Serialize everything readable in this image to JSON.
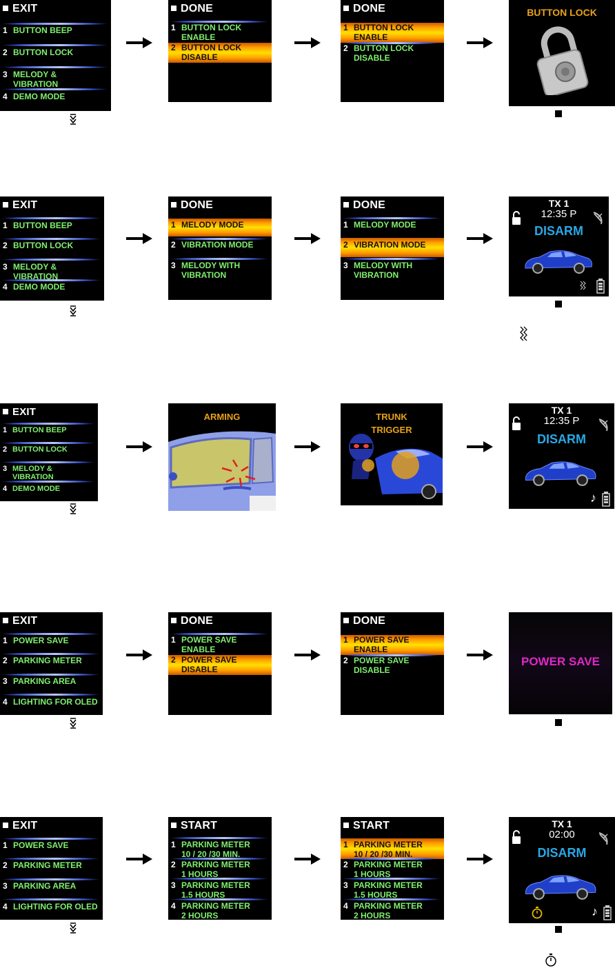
{
  "row1": {
    "menu": {
      "head": "EXIT",
      "items": [
        {
          "num": "1",
          "text": "BUTTON BEEP"
        },
        {
          "num": "2",
          "text": "BUTTON LOCK"
        },
        {
          "num": "3",
          "text": "MELODY &\nVIBRATION"
        },
        {
          "num": "4",
          "text": "DEMO MODE"
        }
      ]
    },
    "s2": {
      "head": "DONE",
      "items": [
        {
          "num": "1",
          "text": "BUTTON LOCK\nENABLE"
        },
        {
          "num": "2",
          "text": "BUTTON LOCK\nDISABLE"
        }
      ]
    },
    "s3": {
      "head": "DONE",
      "items": [
        {
          "num": "1",
          "text": "BUTTON LOCK\nENABLE"
        },
        {
          "num": "2",
          "text": "BUTTON LOCK\nDISABLE"
        }
      ]
    },
    "s4": {
      "label": "BUTTON LOCK"
    }
  },
  "row2": {
    "menu": {
      "head": "EXIT",
      "items": [
        {
          "num": "1",
          "text": "BUTTON BEEP"
        },
        {
          "num": "2",
          "text": "BUTTON LOCK"
        },
        {
          "num": "3",
          "text": "MELODY &\nVIBRATION"
        },
        {
          "num": "4",
          "text": "DEMO MODE"
        }
      ]
    },
    "s2": {
      "head": "DONE",
      "items": [
        {
          "num": "1",
          "text": "MELODY MODE"
        },
        {
          "num": "2",
          "text": "VIBRATION MODE"
        },
        {
          "num": "3",
          "text": "MELODY WITH\nVIBRATION"
        }
      ]
    },
    "s3": {
      "head": "DONE",
      "items": [
        {
          "num": "1",
          "text": "MELODY MODE"
        },
        {
          "num": "2",
          "text": "VIBRATION MODE"
        },
        {
          "num": "3",
          "text": "MELODY WITH\nVIBRATION"
        }
      ]
    },
    "s4": {
      "tx": "TX 1",
      "time": "12:35 P",
      "status": "DISARM"
    }
  },
  "row3": {
    "menu": {
      "head": "EXIT",
      "items": [
        {
          "num": "1",
          "text": "BUTTON BEEP"
        },
        {
          "num": "2",
          "text": "BUTTON LOCK"
        },
        {
          "num": "3",
          "text": "MELODY &\nVIBRATION"
        },
        {
          "num": "4",
          "text": "DEMO MODE"
        }
      ]
    },
    "s2": {
      "label": "ARMING"
    },
    "s3": {
      "label": "TRUNK\nTRIGGER"
    },
    "s4": {
      "tx": "TX 1",
      "time": "12:35 P",
      "status": "DISARM"
    }
  },
  "row4": {
    "menu": {
      "head": "EXIT",
      "items": [
        {
          "num": "1",
          "text": "POWER SAVE"
        },
        {
          "num": "2",
          "text": "PARKING METER"
        },
        {
          "num": "3",
          "text": "PARKING AREA"
        },
        {
          "num": "4",
          "text": "LIGHTING FOR OLED"
        }
      ]
    },
    "s2": {
      "head": "DONE",
      "items": [
        {
          "num": "1",
          "text": "POWER SAVE\nENABLE"
        },
        {
          "num": "2",
          "text": "POWER SAVE\nDISABLE"
        }
      ]
    },
    "s3": {
      "head": "DONE",
      "items": [
        {
          "num": "1",
          "text": "POWER SAVE\nENABLE"
        },
        {
          "num": "2",
          "text": "POWER SAVE\nDISABLE"
        }
      ]
    },
    "s4": {
      "label": "POWER SAVE"
    }
  },
  "row5": {
    "menu": {
      "head": "EXIT",
      "items": [
        {
          "num": "1",
          "text": "POWER SAVE"
        },
        {
          "num": "2",
          "text": "PARKING METER"
        },
        {
          "num": "3",
          "text": "PARKING AREA"
        },
        {
          "num": "4",
          "text": "LIGHTING FOR OLED"
        }
      ]
    },
    "s2": {
      "head": "START",
      "items": [
        {
          "num": "1",
          "text": "PARKING METER\n10 / 20 /30 MIN."
        },
        {
          "num": "2",
          "text": "PARKING METER\n1 HOURS"
        },
        {
          "num": "3",
          "text": "PARKING METER\n1.5 HOURS"
        },
        {
          "num": "4",
          "text": "PARKING METER\n2 HOURS"
        }
      ]
    },
    "s3": {
      "head": "START",
      "items": [
        {
          "num": "1",
          "text": "PARKING METER\n10 / 20 /30 MIN."
        },
        {
          "num": "2",
          "text": "PARKING METER\n1 HOURS"
        },
        {
          "num": "3",
          "text": "PARKING METER\n1.5 HOURS"
        },
        {
          "num": "4",
          "text": "PARKING METER\n2 HOURS"
        }
      ]
    },
    "s4": {
      "tx": "TX 1",
      "time": "02:00",
      "status": "DISARM"
    }
  },
  "icons": {
    "arrow": "arrow-right-icon",
    "down": "double-down-icon",
    "lock": "padlock-icon",
    "satellite": "satellite-dish-icon",
    "battery": "battery-icon",
    "vibrate": "vibration-icon",
    "note": "music-note-icon",
    "timer": "stopwatch-icon",
    "car": "car-icon",
    "square": "square-bullet-icon"
  },
  "colors": {
    "menu_text": "#7ff06e",
    "disarm": "#29a8e6",
    "gold": "#e8a21a",
    "power_save": "#e028c8"
  }
}
